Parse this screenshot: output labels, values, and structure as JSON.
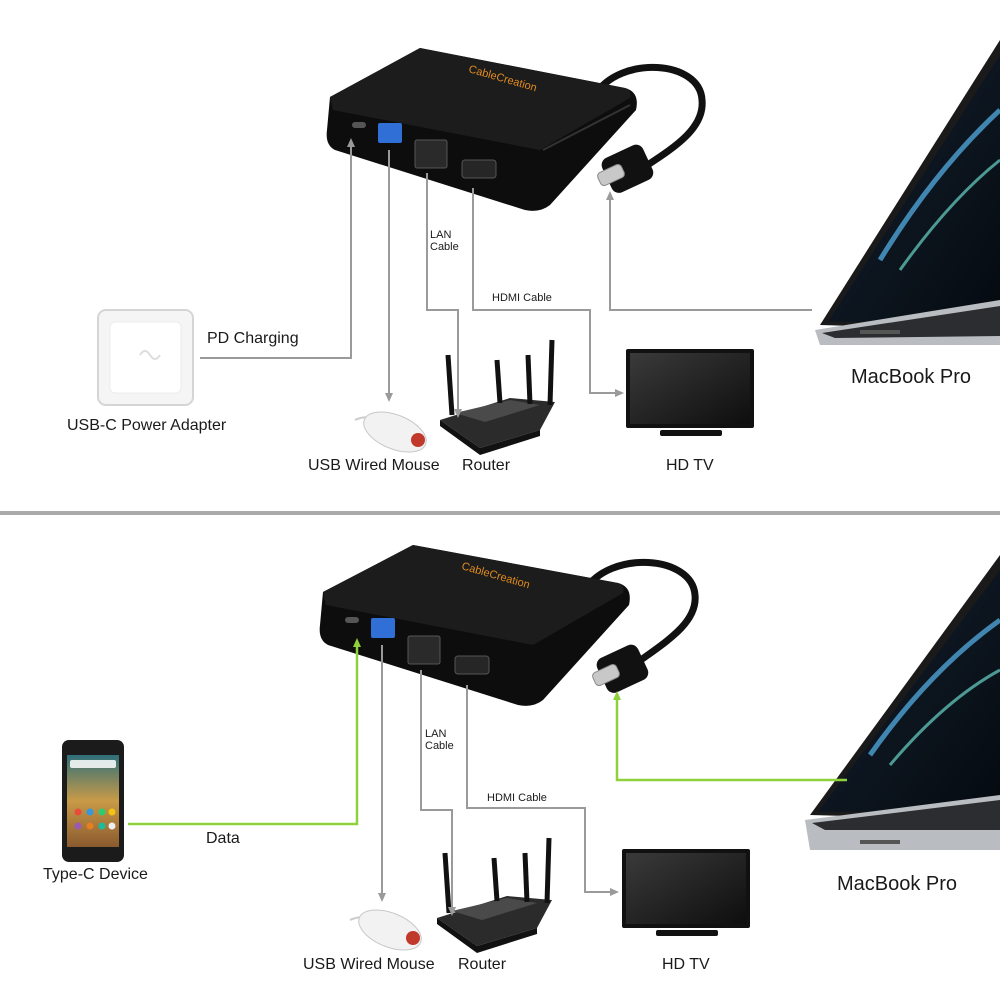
{
  "top_panel": {
    "brand": "CableCreation",
    "power_link_label": "PD Charging",
    "power_device_label": "USB-C Power Adapter",
    "mouse_label": "USB Wired Mouse",
    "router_label": "Router",
    "tv_label": "HD TV",
    "lan_label_line1": "LAN",
    "lan_label_line2": "Cable",
    "hdmi_label": "HDMI Cable",
    "laptop_label": "MacBook Pro"
  },
  "bottom_panel": {
    "brand": "CableCreation",
    "data_link_label": "Data",
    "phone_label": "Type-C Device",
    "mouse_label": "USB Wired Mouse",
    "router_label": "Router",
    "tv_label": "HD TV",
    "lan_label_line1": "LAN",
    "lan_label_line2": "Cable",
    "hdmi_label": "HDMI Cable",
    "laptop_label": "MacBook Pro"
  },
  "colors": {
    "gray_line": "#9a9a9a",
    "green_line": "#8fd13a",
    "brand_text": "#e08a1e",
    "hub_body": "#0d0d0d"
  }
}
